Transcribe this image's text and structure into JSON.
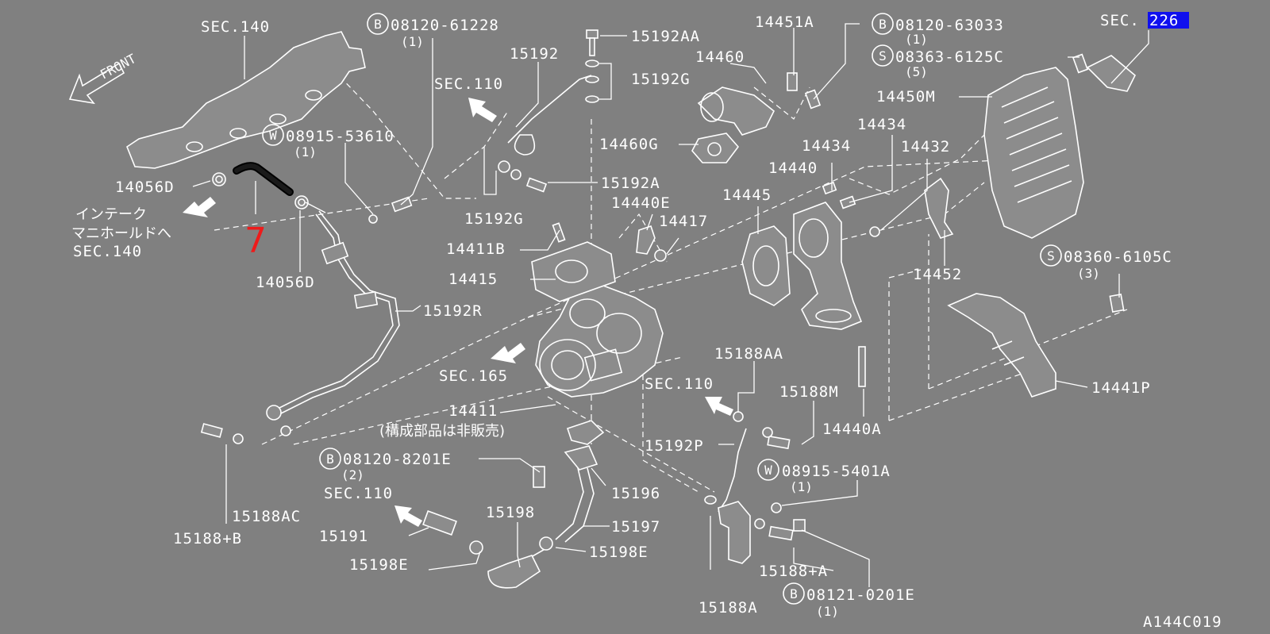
{
  "diagram": {
    "labels": {
      "sec140_top": "SEC.140",
      "front": "FRONT",
      "b08120_61228": "08120-61228",
      "b08120_61228_qty": "(1)",
      "p15192AA": "15192AA",
      "p15192": "15192",
      "sec110_a": "SEC.110",
      "p15192G_top": "15192G",
      "w08915_53610": "08915-53610",
      "w08915_53610_qty": "(1)",
      "p14056D_left": "14056D",
      "jp_intake": "インテーク",
      "jp_manifold": "マニホールドへ",
      "sec140_bottom": "SEC.140",
      "p14056D_lower": "14056D",
      "p15192A": "15192A",
      "p15192G_mid": "15192G",
      "p14411B": "14411B",
      "p14415": "14415",
      "p15192R": "15192R",
      "sec165": "SEC.165",
      "p14411": "14411",
      "jp_not_sold": "(構成部品は非販売)",
      "p14451A": "14451A",
      "b08120_63033": "08120-63033",
      "b08120_63033_qty": "(1)",
      "sec226_prefix": "SEC.",
      "sec226_num": "226",
      "s08363_6125C": "08363-6125C",
      "s08363_6125C_qty": "(5)",
      "p14460": "14460",
      "p14450M": "14450M",
      "p14460G": "14460G",
      "p14434_a": "14434",
      "p14434_b": "14434",
      "p14432": "14432",
      "p14440": "14440",
      "p14445": "14445",
      "p14440E": "14440E",
      "p14417": "14417",
      "s08360_6105C": "08360-6105C",
      "s08360_6105C_qty": "(3)",
      "p14452": "14452",
      "p14441P": "14441P",
      "p15188AA": "15188AA",
      "sec110_b": "SEC.110",
      "p15188M": "15188M",
      "p15192P": "15192P",
      "p14440A": "14440A",
      "w08915_5401A": "08915-5401A",
      "w08915_5401A_qty": "(1)",
      "b08120_8201E": "08120-8201E",
      "b08120_8201E_qty": "(2)",
      "sec110_c": "SEC.110",
      "p15196": "15196",
      "p15198": "15198",
      "p15197": "15197",
      "p15191": "15191",
      "p15198E_left": "15198E",
      "p15198E_right": "15198E",
      "p15188AC": "15188AC",
      "p15188B": "15188+B",
      "p15188A_plus": "15188+A",
      "p15188A": "15188A",
      "b08121_0201E": "08121-0201E",
      "b08121_0201E_qty": "(1)",
      "figure_id": "A144C019"
    },
    "symbols": {
      "bolt_b": "B",
      "washer_w": "W",
      "screw_s": "S"
    },
    "highlight_marker": "7",
    "colors": {
      "background": "#808080",
      "line": "#ffffff",
      "marker": "#ee1b1b",
      "highlight": "#1010ee",
      "highlighted_hose": "#000000"
    }
  }
}
